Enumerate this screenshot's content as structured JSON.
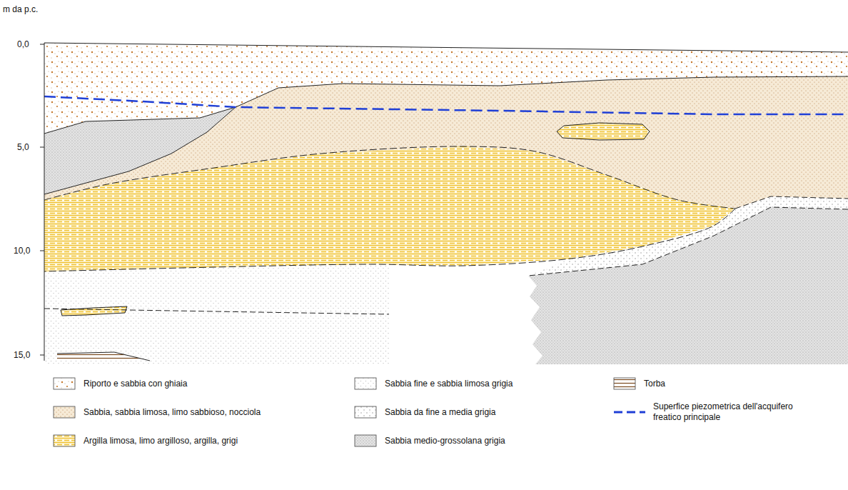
{
  "diagram": {
    "labels": [
      "m da p.c.",
      "0,0",
      "5,0",
      "10,0",
      "15,0"
    ],
    "legend": [
      {
        "text": "Riporto e sabbia con ghiaia"
      },
      {
        "text": "Sabbia, sabbia limosa, limo sabbioso, nocciola"
      },
      {
        "text": "Argilla limosa, limo argilloso, argilla, grigi"
      },
      {
        "text": "Sabbia fine e sabbia limosa grigia"
      },
      {
        "text": "Sabbia da fine a media grigia"
      },
      {
        "text": "Sabbia medio-grossolana grigia"
      },
      {
        "text": "Torba"
      },
      {
        "text": "Superfice piezometrica dell'acquifero freatico principale"
      }
    ]
  }
}
